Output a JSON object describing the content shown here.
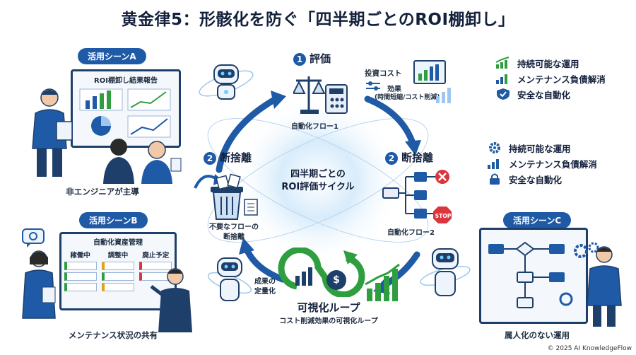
{
  "title": "黄金律5：形骸化を防ぐ「四半期ごとのROI棚卸し」",
  "center": {
    "line1": "四半期ごとの",
    "line2": "ROI評価サイクル"
  },
  "step_eval": {
    "num": "1",
    "label": "評価",
    "sub": "自動化フロー1"
  },
  "step_left": {
    "num": "2",
    "label": "断捨離",
    "sub1": "不要なフローの",
    "sub2": "断捨離"
  },
  "step_right": {
    "num": "2",
    "label": "断捨離",
    "sub": "自動化フロー2"
  },
  "invest": {
    "cost": "投資コスト",
    "effect": "効果",
    "effect_detail": "(時間短縮/コスト削減)"
  },
  "visual_loop": {
    "label": "可視化ループ",
    "sub": "コスト削減効果の可視化ループ"
  },
  "result": {
    "line1": "成果の",
    "line2": "定量化"
  },
  "scene_a": {
    "pill": "活用シーンA",
    "board_title": "ROI棚卸し結果報告",
    "caption": "非エンジニアが主導"
  },
  "scene_b": {
    "pill": "活用シーンB",
    "board_title": "自動化資産管理",
    "columns": [
      "稼働中",
      "調整中",
      "廃止予定"
    ],
    "caption": "メンテナンス状況の共有"
  },
  "scene_c": {
    "pill": "活用シーンC",
    "caption": "属人化のない運用"
  },
  "legend_top": [
    {
      "icon": "growth-chart-icon",
      "text": "持続可能な運用"
    },
    {
      "icon": "bar-chart-icon",
      "text": "メンテナンス負債解消"
    },
    {
      "icon": "shield-icon",
      "text": "安全な自動化"
    }
  ],
  "legend_mid": [
    {
      "icon": "gear-icon",
      "text": "持続可能な運用"
    },
    {
      "icon": "bar-chart-icon",
      "text": "メンテナンス負債解消"
    },
    {
      "icon": "lock-icon",
      "text": "安全な自動化"
    }
  ],
  "stop_sign": "STOP",
  "dollar": "$",
  "footer": "© 2025 AI KnowledgeFlow",
  "colors": {
    "primary": "#1f5aa6",
    "green": "#2e9e3e",
    "red": "#d9363e",
    "dark": "#1f3f6b"
  }
}
